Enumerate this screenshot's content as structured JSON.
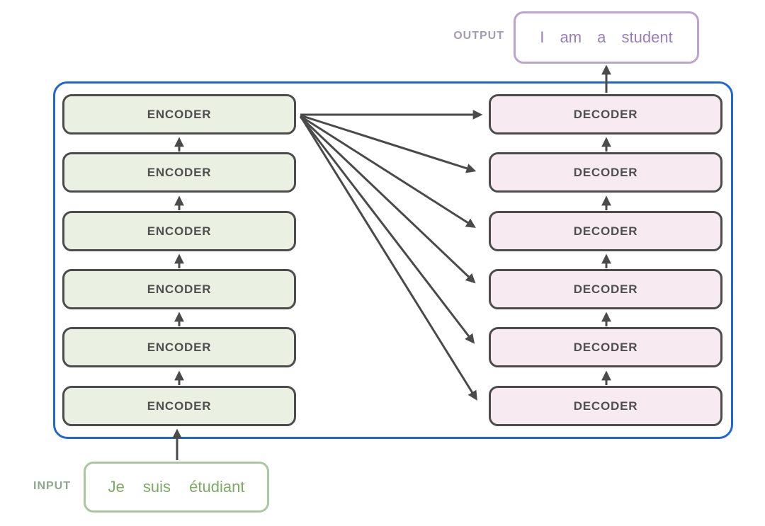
{
  "diagram": {
    "title": "transformer-encoder-decoder-stack",
    "output": {
      "label": "OUTPUT",
      "text": "I am a student"
    },
    "input": {
      "label": "INPUT",
      "text": "Je suis étudiant"
    },
    "encoders": [
      {
        "label": "ENCODER"
      },
      {
        "label": "ENCODER"
      },
      {
        "label": "ENCODER"
      },
      {
        "label": "ENCODER"
      },
      {
        "label": "ENCODER"
      },
      {
        "label": "ENCODER"
      }
    ],
    "decoders": [
      {
        "label": "DECODER"
      },
      {
        "label": "DECODER"
      },
      {
        "label": "DECODER"
      },
      {
        "label": "DECODER"
      },
      {
        "label": "DECODER"
      },
      {
        "label": "DECODER"
      }
    ],
    "colors": {
      "container_border": "#2166d8",
      "block_border": "#4c4c4c",
      "encoder_fill": "#eaf1e3",
      "decoder_fill": "#f8eaf1",
      "arrow": "#4a4a4a",
      "output_border": "#bba4cf",
      "output_text": "#9a7cbd",
      "output_label": "#a49bb4",
      "input_border": "#a9c8a0",
      "input_text": "#7cac62",
      "input_label": "#8da88d"
    }
  }
}
